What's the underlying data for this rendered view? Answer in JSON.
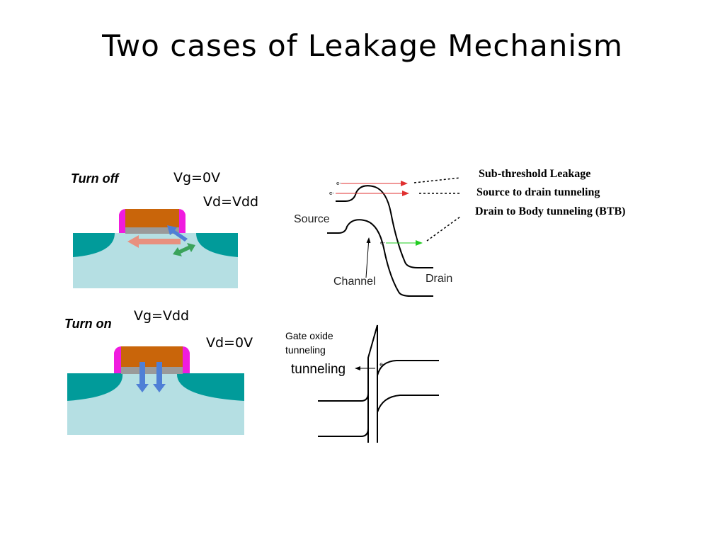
{
  "slide": {
    "title": "Two cases of Leakage Mechanism"
  },
  "turn_off": {
    "mode_label": "Turn  off",
    "vg_label": "Vg=0V",
    "vd_label": "Vd=Vdd"
  },
  "turn_on": {
    "mode_label": "Turn  on",
    "vg_label": "Vg=Vdd",
    "vd_label": "Vd=0V"
  },
  "band_diagram": {
    "source_label": "Source",
    "drain_label": "Drain",
    "channel_label": "Channel",
    "electron_label": "e-",
    "legend": [
      "Sub-threshold Leakage",
      "Source to drain tunneling",
      "Drain to Body tunneling (BTB)"
    ]
  },
  "gate_oxide_diagram": {
    "caption_line1": "Gate oxide",
    "caption_line2": "tunneling",
    "tunneling_label": "tunneling",
    "electron_label": "e-"
  },
  "colors": {
    "substrate": "#b5dfe3",
    "well": "#019b9a",
    "gate": "#c9650a",
    "spacer": "#f01bdf",
    "oxide": "#9a9a9a",
    "subthreshold_arrow": "#e8907f",
    "btb_arrow": "#3aa35b",
    "gate_tunnel_arrow": "#4f7fd6",
    "electron_path_red": "#e03030",
    "electron_path_green": "#22cc22"
  }
}
